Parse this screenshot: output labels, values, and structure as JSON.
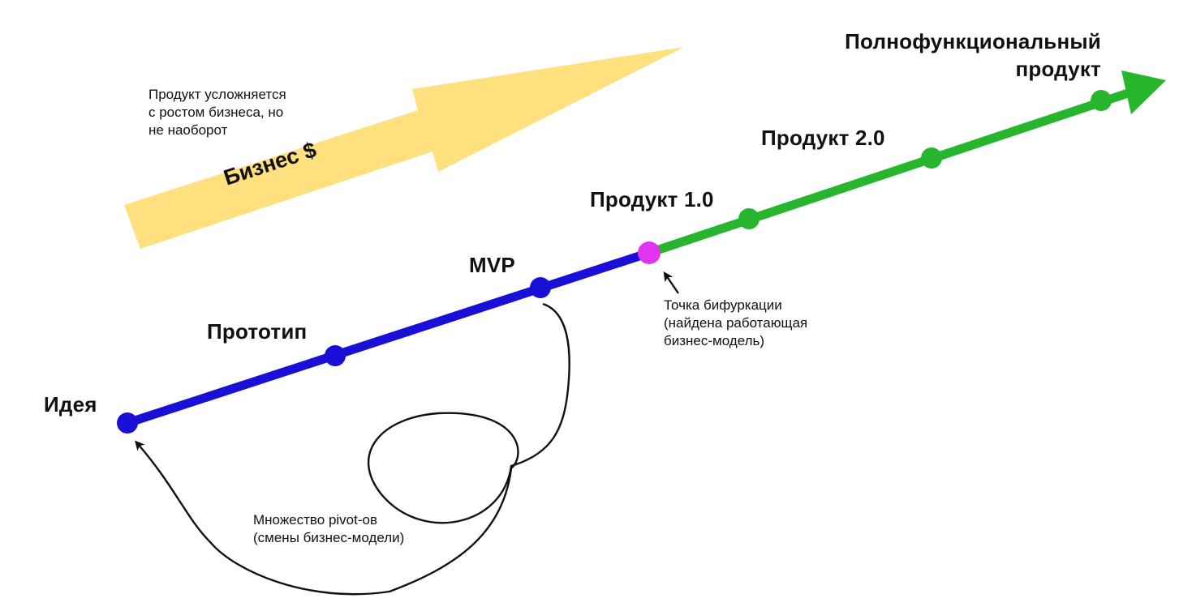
{
  "colors": {
    "business_arrow": "#FFE07E",
    "early_stage": "#1A0FD6",
    "growth_stage": "#27B52D",
    "bifurcation_point": "#E233F0",
    "text": "#111111"
  },
  "business_arrow": {
    "label": "Бизнес $"
  },
  "business_note": {
    "lines": [
      "Продукт усложняется",
      "с ростом бизнеса, но",
      "не наоборот"
    ]
  },
  "stages": {
    "idea": "Идея",
    "prototype": "Прототип",
    "mvp": "MVP",
    "product_1": "Продукт 1.0",
    "product_2": "Продукт 2.0",
    "full_product": [
      "Полнофункциональный",
      "продукт"
    ]
  },
  "bifurcation_note": {
    "lines": [
      "Точка бифуркации",
      "(найдена работающая",
      "бизнес-модель)"
    ]
  },
  "pivots_note": {
    "lines": [
      "Множество pivot-ов",
      "(смены бизнес-модели)"
    ]
  }
}
